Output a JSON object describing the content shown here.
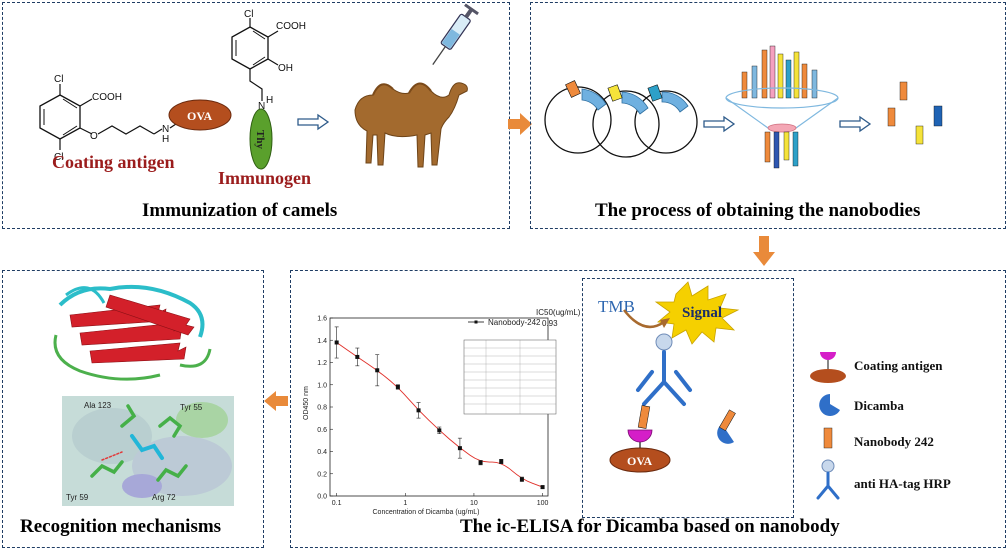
{
  "panels": {
    "immunization": {
      "caption": "Immunization of camels"
    },
    "nanobodies": {
      "caption": "The process of obtaining the nanobodies"
    },
    "elisa": {
      "caption": "The ic-ELISA for Dicamba based on nanobody"
    },
    "recognition": {
      "caption": "Recognition mechanisms"
    }
  },
  "chemistry": {
    "coating_antigen_label": "Coating antigen",
    "immunogen_label": "Immunogen",
    "ova_label": "OVA",
    "thy_label": "Thy",
    "atoms": {
      "cl": "Cl",
      "cooh": "COOH",
      "oh": "OH",
      "nh": "N",
      "h": "H"
    }
  },
  "elisa_scheme": {
    "tmb_label": "TMB",
    "signal_label": "Signal",
    "ova_label": "OVA"
  },
  "legend": [
    {
      "label": "Coating antigen",
      "icon": "coating-antigen-icon"
    },
    {
      "label": "Dicamba",
      "icon": "dicamba-icon"
    },
    {
      "label": "Nanobody 242",
      "icon": "nanobody-icon"
    },
    {
      "label": "anti HA-tag HRP",
      "icon": "antibody-hrp-icon"
    }
  ],
  "structure_labels": {
    "ala123": "Ala 123",
    "tyr55": "Tyr 55",
    "tyr59": "Tyr 59",
    "arg72": "Arg 72"
  },
  "chart_data": {
    "type": "scatter",
    "xlabel": "Concentration of Dicamba (ug/mL)",
    "ylabel": "OD450 nm",
    "x_scale": "log",
    "xlim": [
      0.08,
      120
    ],
    "ylim": [
      0.0,
      1.6
    ],
    "x_ticks": [
      "0.1",
      "1",
      "10",
      "100"
    ],
    "y_ticks": [
      "0.0",
      "0.2",
      "0.4",
      "0.6",
      "0.8",
      "1.0",
      "1.2",
      "1.4",
      "1.6"
    ],
    "series": [
      {
        "name": "Nanobody-242",
        "x": [
          0.1,
          0.2,
          0.39,
          0.78,
          1.56,
          3.13,
          6.25,
          12.5,
          25,
          50,
          100
        ],
        "y": [
          1.38,
          1.25,
          1.13,
          0.98,
          0.77,
          0.59,
          0.43,
          0.3,
          0.31,
          0.15,
          0.08
        ],
        "error": [
          0.14,
          0.08,
          0.14,
          0.02,
          0.07,
          0.03,
          0.09,
          0.02,
          0.02,
          0.02,
          0.01
        ]
      }
    ],
    "ic50_header": "IC50(ug/mL)",
    "ic50_value": "0.93",
    "legend_position": "top"
  }
}
